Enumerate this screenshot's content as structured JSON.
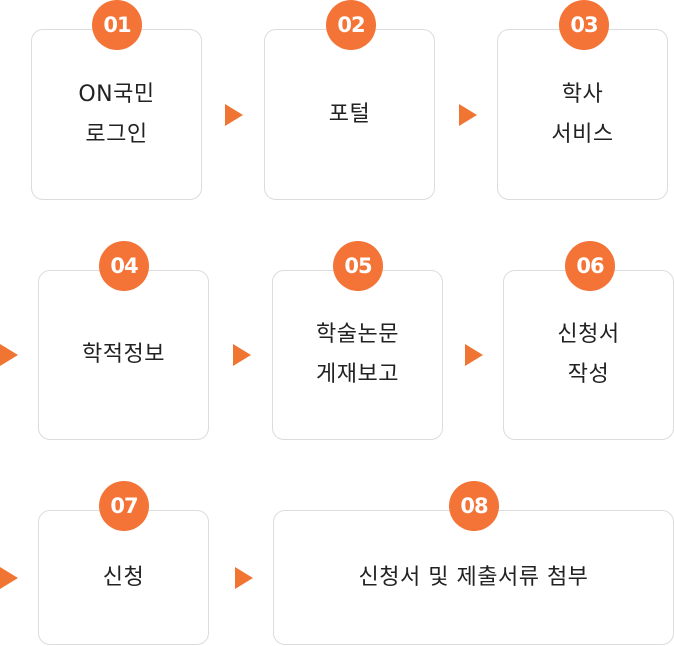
{
  "steps": [
    {
      "num": "01",
      "label": "ON국민\n로그인"
    },
    {
      "num": "02",
      "label": "포털"
    },
    {
      "num": "03",
      "label": "학사\n서비스"
    },
    {
      "num": "04",
      "label": "학적정보"
    },
    {
      "num": "05",
      "label": "학술논문\n게재보고"
    },
    {
      "num": "06",
      "label": "신청서\n작성"
    },
    {
      "num": "07",
      "label": "신청"
    },
    {
      "num": "08",
      "label": "신청서 및 제출서류 첨부"
    }
  ],
  "colors": {
    "accent": "#f47336",
    "arrow": "#f07533",
    "border": "#dcdcdc"
  }
}
